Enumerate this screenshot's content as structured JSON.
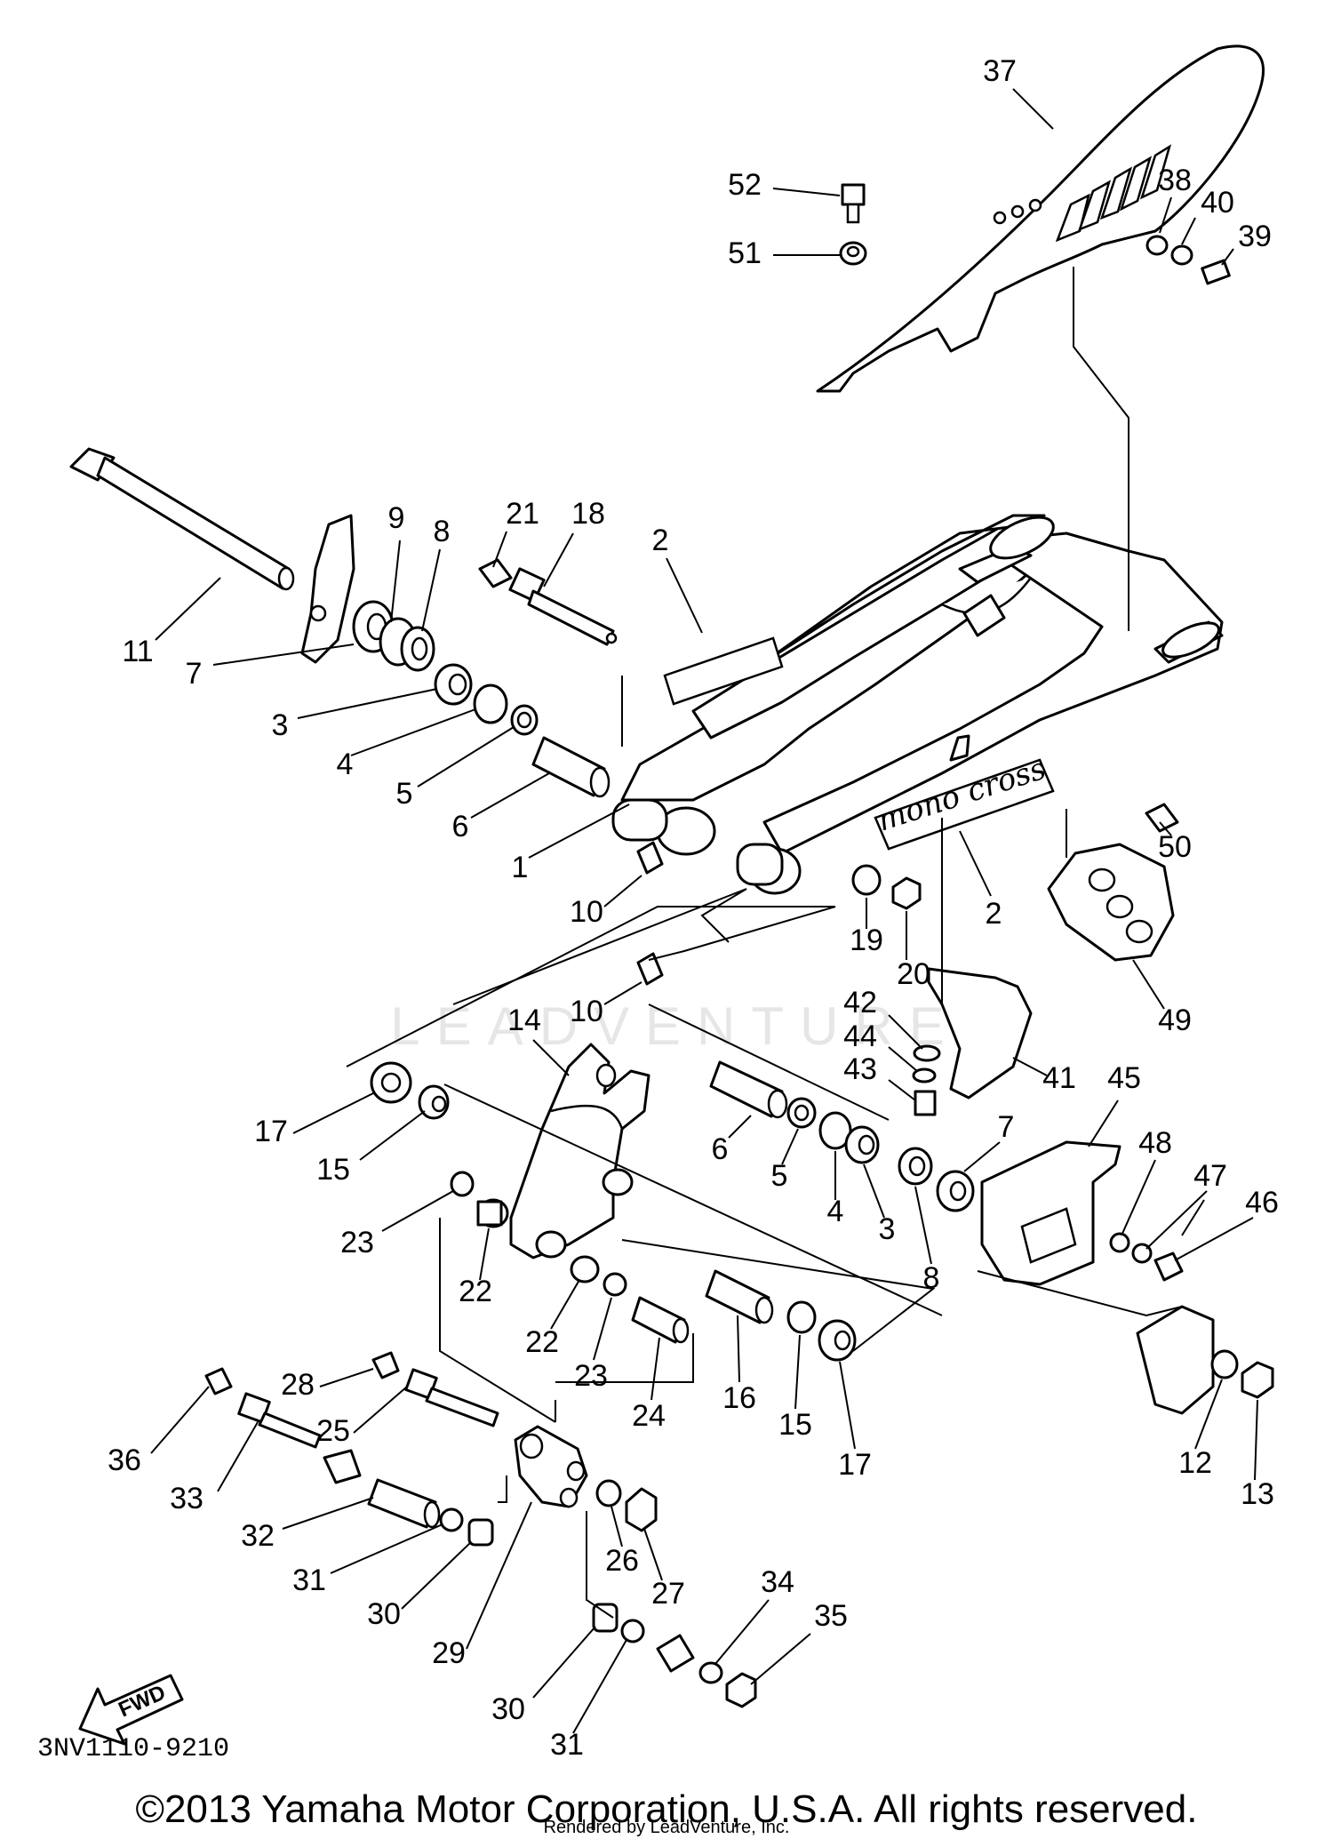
{
  "diagram": {
    "labels": [
      "37",
      "52",
      "51",
      "38",
      "40",
      "39",
      "21",
      "18",
      "9",
      "8",
      "11",
      "7",
      "3",
      "4",
      "5",
      "6",
      "1",
      "10",
      "10",
      "2",
      "2",
      "50",
      "19",
      "20",
      "49",
      "14",
      "42",
      "44",
      "43",
      "41",
      "45",
      "17",
      "15",
      "23",
      "22",
      "6",
      "5",
      "4",
      "3",
      "7",
      "8",
      "48",
      "47",
      "46",
      "22",
      "23",
      "24",
      "16",
      "15",
      "17",
      "28",
      "25",
      "36",
      "33",
      "32",
      "31",
      "30",
      "29",
      "26",
      "27",
      "34",
      "35",
      "30",
      "31",
      "12",
      "13"
    ],
    "decal_text": "mono cross",
    "fwd_label": "FWD",
    "diagram_code": "3NV1110-9210",
    "watermark": "LEADVENTURE",
    "copyright": "©2013 Yamaha Motor Corporation, U.S.A. All rights reserved.",
    "rendered_by": "Rendered by LeadVenture, Inc."
  }
}
